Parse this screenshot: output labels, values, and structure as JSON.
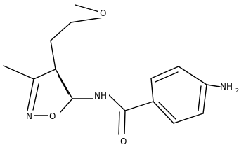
{
  "molecule": {
    "atoms": {
      "methoxy_O": "O",
      "amide_NH": "NH",
      "ring_N": "N",
      "ring_O": "O",
      "carbonyl_O": "O",
      "amine_N": "NH",
      "amine_subscript": "2"
    },
    "colors": {
      "bond": "#000000",
      "label": "#000000",
      "background": "#ffffff"
    }
  }
}
